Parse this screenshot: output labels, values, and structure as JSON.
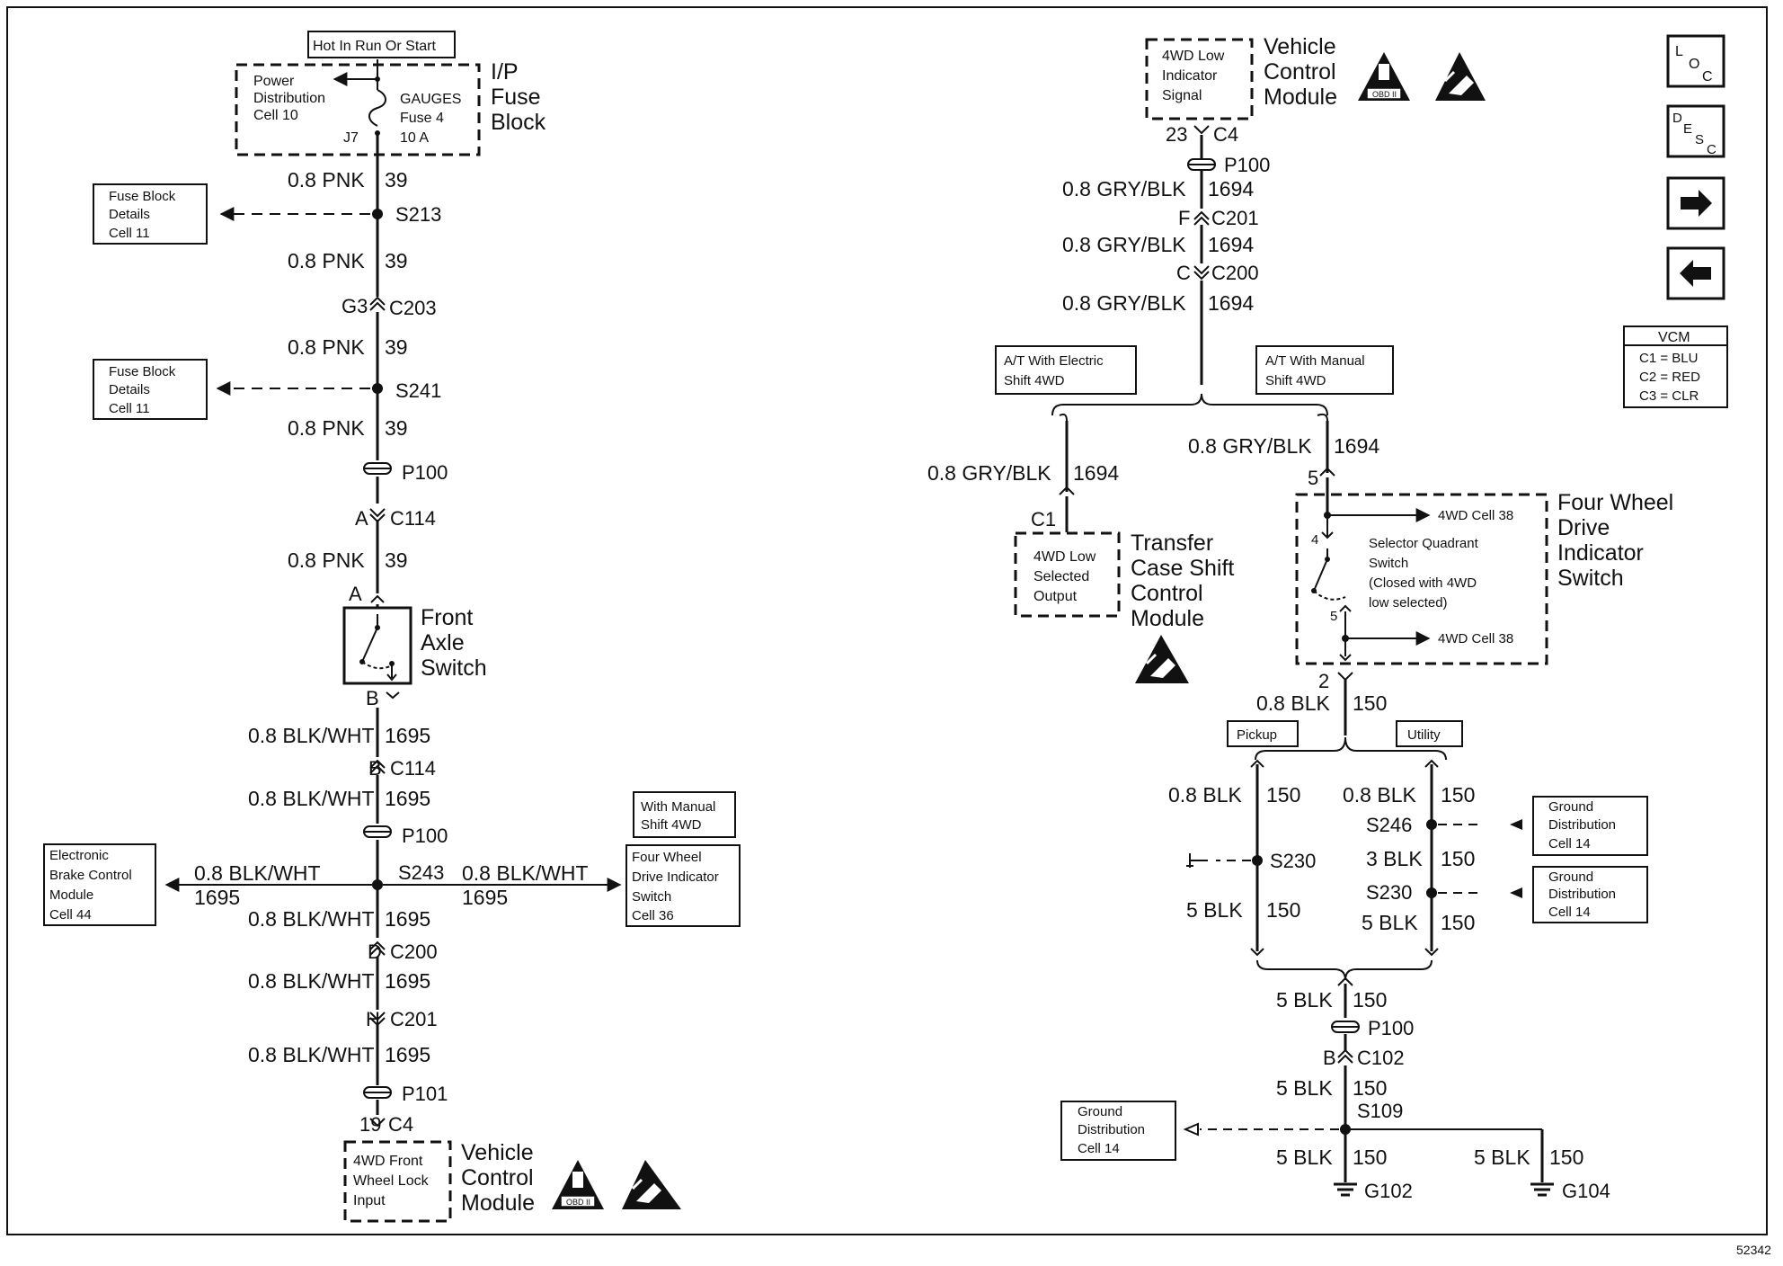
{
  "left": {
    "power_label": "Hot In Run Or Start",
    "fuse_block_title": [
      "I/P",
      "Fuse",
      "Block"
    ],
    "power_dist": [
      "Power",
      "Distribution",
      "Cell 10"
    ],
    "gauges": [
      "GAUGES",
      "Fuse 4",
      "10 A"
    ],
    "j7": "J7",
    "wire_pnk": "0.8 PNK",
    "circuit_39": "39",
    "s213": "S213",
    "fuse_details": [
      "Fuse Block",
      "Details",
      "Cell 11"
    ],
    "g3": "G3",
    "c203": "C203",
    "s241": "S241",
    "p100": "P100",
    "a": "A",
    "c114": "C114",
    "front_axle": [
      "Front",
      "Axle",
      "Switch"
    ],
    "b": "B",
    "wire_blkwht": "0.8 BLK/WHT",
    "circuit_1695": "1695",
    "s243": "S243",
    "ebcm": [
      "Electronic",
      "Brake Control",
      "Module",
      "Cell 44"
    ],
    "with_manual": [
      "With Manual",
      "Shift 4WD"
    ],
    "fwd_switch": [
      "Four Wheel",
      "Drive Indicator",
      "Switch",
      "Cell 36"
    ],
    "d": "D",
    "c200": "C200",
    "h": "H",
    "c201": "C201",
    "p101": "P101",
    "pin19": "19",
    "c4": "C4",
    "vcm_input": [
      "4WD Front",
      "Wheel Lock",
      "Input"
    ],
    "vcm_title": [
      "Vehicle",
      "Control",
      "Module"
    ]
  },
  "right": {
    "vcm_signal": [
      "4WD Low",
      "Indicator",
      "Signal"
    ],
    "vcm_title": [
      "Vehicle",
      "Control",
      "Module"
    ],
    "pin23": "23",
    "c4": "C4",
    "p100": "P100",
    "wire_gryblk": "0.8 GRY/BLK",
    "circuit_1694": "1694",
    "f": "F",
    "c201": "C201",
    "c": "C",
    "c200": "C200",
    "at_electric": [
      "A/T With Electric",
      "Shift 4WD"
    ],
    "at_manual": [
      "A/T With Manual",
      "Shift 4WD"
    ],
    "c1": "C1",
    "pin5": "5",
    "tcscm_box": [
      "4WD Low",
      "Selected",
      "Output"
    ],
    "tcscm_title": [
      "Transfer",
      "Case Shift",
      "Control",
      "Module"
    ],
    "cell38": "4WD Cell 38",
    "pin4": "4",
    "selector": [
      "Selector Quadrant",
      "Switch",
      "(Closed with 4WD",
      "low selected)"
    ],
    "fwd_title": [
      "Four Wheel",
      "Drive",
      "Indicator",
      "Switch"
    ],
    "pin2": "2",
    "wire_blk08": "0.8 BLK",
    "circuit_150": "150",
    "pickup": "Pickup",
    "utility": "Utility",
    "s230": "S230",
    "s246": "S246",
    "wire_blk3": "3 BLK",
    "wire_blk5": "5 BLK",
    "ground_dist": [
      "Ground",
      "Distribution",
      "Cell 14"
    ],
    "b": "B",
    "c102": "C102",
    "s109": "S109",
    "g102": "G102",
    "g104": "G104"
  },
  "legend": {
    "loc": [
      "L",
      "O",
      "C"
    ],
    "desc": [
      "D",
      "E",
      "S",
      "C"
    ],
    "vcm": "VCM",
    "c1": "C1 = BLU",
    "c2": "C2 = RED",
    "c3": "C3 = CLR"
  },
  "badge_obd": "OBD II",
  "figure_number": "52342"
}
